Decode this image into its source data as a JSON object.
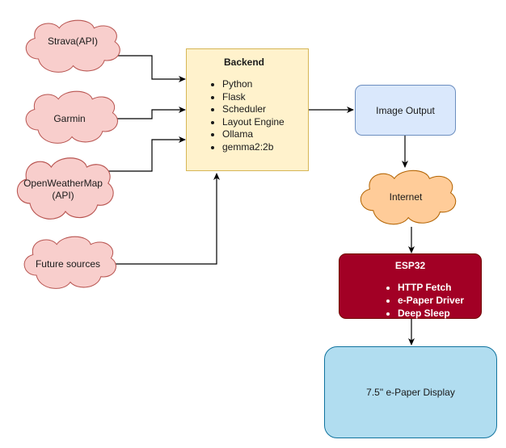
{
  "diagram": {
    "sources": [
      {
        "id": "strava",
        "label": "Strava(API)"
      },
      {
        "id": "garmin",
        "label": "Garmin"
      },
      {
        "id": "openweathermap",
        "label_line1": "OpenWeatherMap",
        "label_line2": "(API)"
      },
      {
        "id": "future",
        "label": "Future sources"
      }
    ],
    "backend": {
      "title": "Backend",
      "items": [
        "Python",
        "Flask",
        "Scheduler",
        "Layout Engine",
        "Ollama",
        "gemma2:2b"
      ]
    },
    "image_output": {
      "label": "Image Output"
    },
    "internet": {
      "label": "Internet"
    },
    "esp32": {
      "title": "ESP32",
      "items": [
        "HTTP Fetch",
        "e-Paper Driver",
        "Deep Sleep"
      ]
    },
    "display": {
      "label": "7.5\" e-Paper Display"
    },
    "colors": {
      "source_fill": "#f8cecc",
      "source_stroke": "#b85450",
      "backend_fill": "#fff2cc",
      "backend_stroke": "#d6b656",
      "image_output_fill": "#dae8fc",
      "image_output_stroke": "#6c8ebf",
      "internet_fill": "#ffcc99",
      "internet_stroke": "#b46504",
      "esp32_fill": "#a20025",
      "esp32_stroke": "#6f0000",
      "display_fill": "#b1ddf0",
      "display_stroke": "#10739e"
    }
  }
}
